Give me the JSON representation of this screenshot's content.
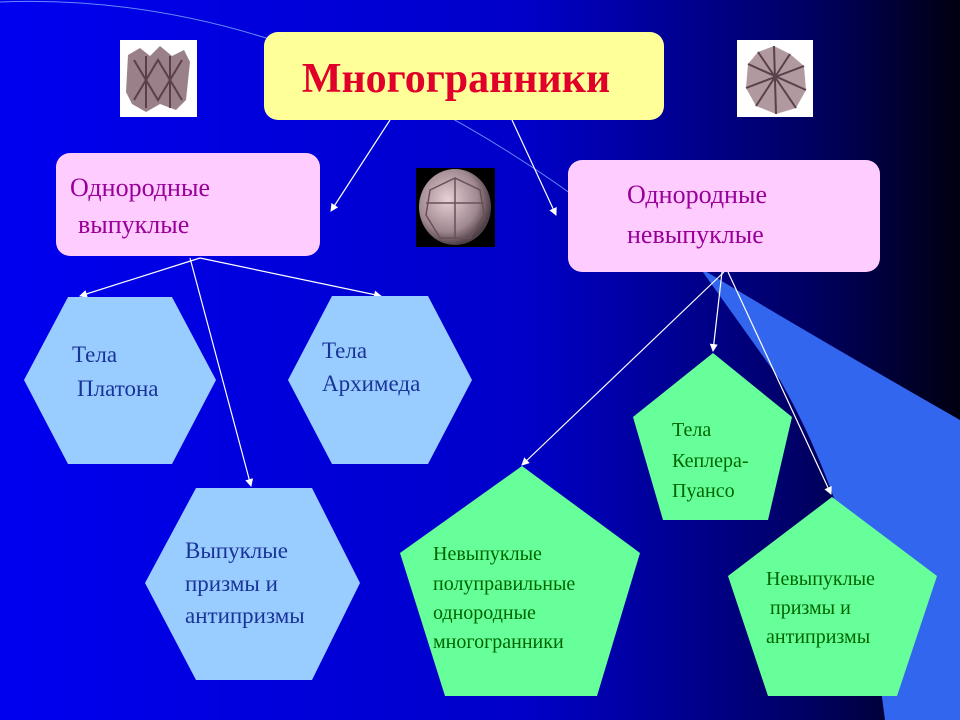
{
  "title": "Многогранники",
  "colors": {
    "title_box": "#ffff99",
    "title_text": "#e0002a",
    "category_box": "#ffccff",
    "category_text": "#990099",
    "hexagon": "#99ccff",
    "hexagon_text": "#1a3399",
    "pentagon": "#66ff99",
    "pentagon_text": "#006600"
  },
  "categories": {
    "convex": {
      "line1": "Однородные",
      "line2": "выпуклые"
    },
    "nonconvex": {
      "line1": "Однородные",
      "line2": "невыпуклые"
    }
  },
  "convex_children": {
    "platonic": {
      "line1": "Тела",
      "line2": "Платона"
    },
    "archimedean": {
      "line1": "Тела",
      "line2": "Архимеда"
    },
    "prisms": {
      "line1": "Выпуклые",
      "line2": "призмы и",
      "line3": "антипризмы"
    }
  },
  "nonconvex_children": {
    "kepler": {
      "line1": "Тела",
      "line2": "Кеплера-",
      "line3": "Пуансо"
    },
    "semiregular": {
      "line1": "Невыпуклые",
      "line2": "полуправильные",
      "line3": "однородные",
      "line4": "многогранники"
    },
    "prisms": {
      "line1": "Невыпуклые",
      "line2": "призмы и",
      "line3": "антипризмы"
    }
  }
}
